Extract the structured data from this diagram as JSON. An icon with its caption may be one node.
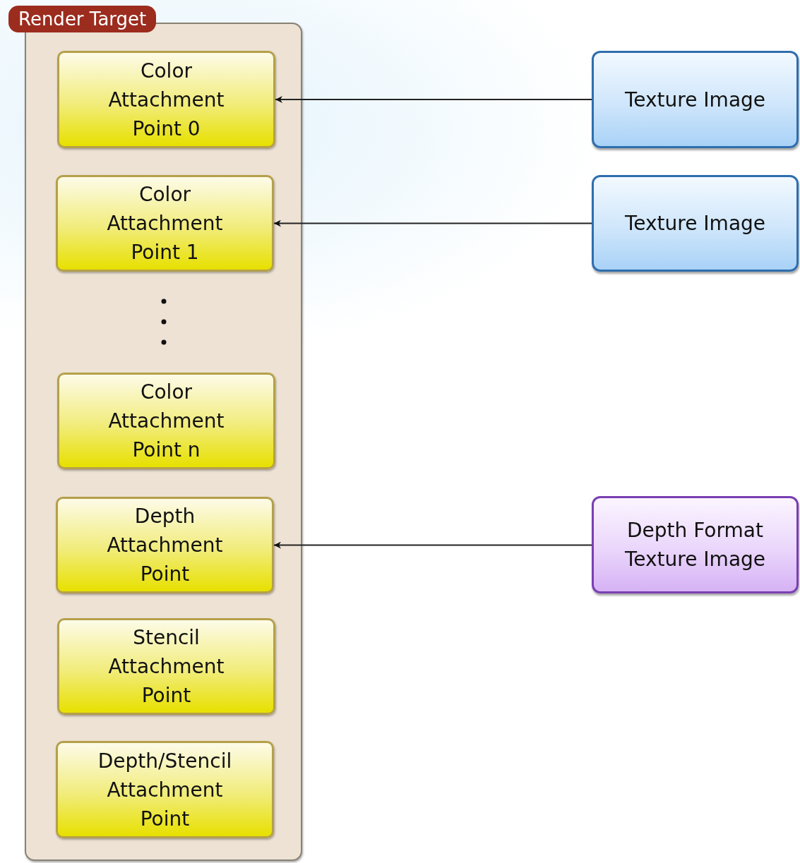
{
  "diagram": {
    "nodes": [
      {
        "text": [
          "Render Target"
        ]
      },
      {
        "text": [
          "Color Attachment Point 0"
        ],
        "in": 0
      },
      {
        "text": [
          "Color Attachment Point 1"
        ],
        "in": 0
      },
      {
        "text": [
          "Color Attachment Point n"
        ],
        "in": 0
      },
      {
        "text": [
          "Depth Attachment Point"
        ],
        "in": 0
      },
      {
        "text": [
          "Stencil Attachment Point"
        ],
        "in": 0
      },
      {
        "text": [
          "Depth/Stencil Attachment Point"
        ],
        "in": 0
      },
      {
        "text": [
          "Texture Image"
        ]
      },
      {
        "text": [
          "Texture Image"
        ]
      },
      {
        "text": [
          "Depth Format Texture Image"
        ]
      }
    ],
    "edges": [
      {
        "from": 7,
        "to": 1,
        "arrow": "to"
      },
      {
        "from": 8,
        "to": 2,
        "arrow": "to"
      },
      {
        "from": 9,
        "to": 4,
        "arrow": "to"
      }
    ]
  }
}
